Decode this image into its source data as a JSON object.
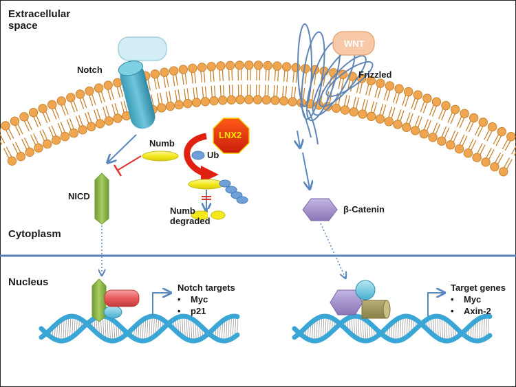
{
  "regions": {
    "extracellular": [
      "Extracellular",
      "space"
    ],
    "cytoplasm": "Cytoplasm",
    "nucleus": "Nucleus"
  },
  "labels": {
    "notch": "Notch",
    "wnt": "WNT",
    "frizzled": "Frizzled",
    "lnx2": "LNX2",
    "ub": "Ub",
    "numb": "Numb",
    "numb_degraded": [
      "Numb",
      "degraded"
    ],
    "nicd": "NICD",
    "beta_catenin": "β-Catenin"
  },
  "notch_targets": {
    "title": "Notch targets",
    "items": [
      "Myc",
      "p21"
    ]
  },
  "target_genes": {
    "title": "Target genes",
    "items": [
      "Myc",
      "Axin-2"
    ]
  },
  "colors": {
    "lipid_head": "#f0a650",
    "lipid_tail": "#c8832f",
    "notch_blue": "#4fb3cc",
    "notch_top": "#c9e9f0",
    "wnt": "#f7c9a8",
    "frizzled": "#5f86b5",
    "lnx2": "#e63a10",
    "numb": "#f2ea22",
    "ub": "#6fa0d8",
    "nicd": "#8cb34a",
    "beta_catenin": "#9f8dc5",
    "arrow": "#5b87c0",
    "inhibit": "#e03030",
    "dna": "#3aa6d6",
    "nucleus_line": "#5580b8"
  }
}
